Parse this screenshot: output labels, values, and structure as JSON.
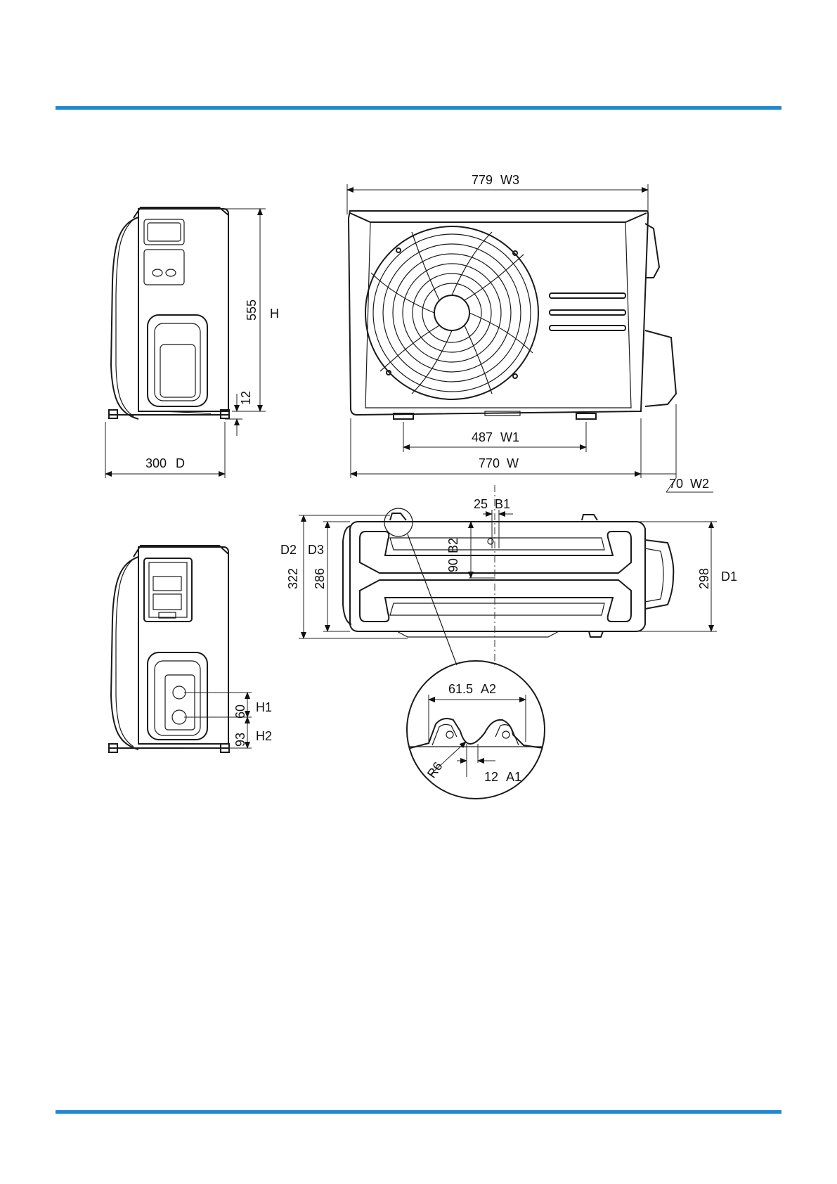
{
  "header": {
    "rule_color": "#1e88d2"
  },
  "footer": {
    "rule_color": "#1e88d2"
  },
  "side_view": {
    "height_label": "555",
    "height_symbol": "H",
    "foot_label": "12",
    "depth_label": "300",
    "depth_symbol": "D"
  },
  "front_view": {
    "w3_label": "779",
    "w3_symbol": "W3",
    "w1_label": "487",
    "w1_symbol": "W1",
    "w_label": "770",
    "w_symbol": "W",
    "w2_label": "70",
    "w2_symbol": "W2"
  },
  "top_view": {
    "b1_label": "25",
    "b1_symbol": "B1",
    "b2_label": "90",
    "b2_symbol": "B2",
    "d2_symbol": "D2",
    "d2_label": "322",
    "d3_symbol": "D3",
    "d3_label": "286",
    "d1_label": "298",
    "d1_symbol": "D1"
  },
  "detail_view": {
    "a2_label": "61.5",
    "a2_symbol": "A2",
    "r_label": "R6",
    "a1_label": "12",
    "a1_symbol": "A1"
  },
  "rear_view": {
    "h1_label": "60",
    "h1_symbol": "H1",
    "h2_label": "93",
    "h2_symbol": "H2"
  }
}
